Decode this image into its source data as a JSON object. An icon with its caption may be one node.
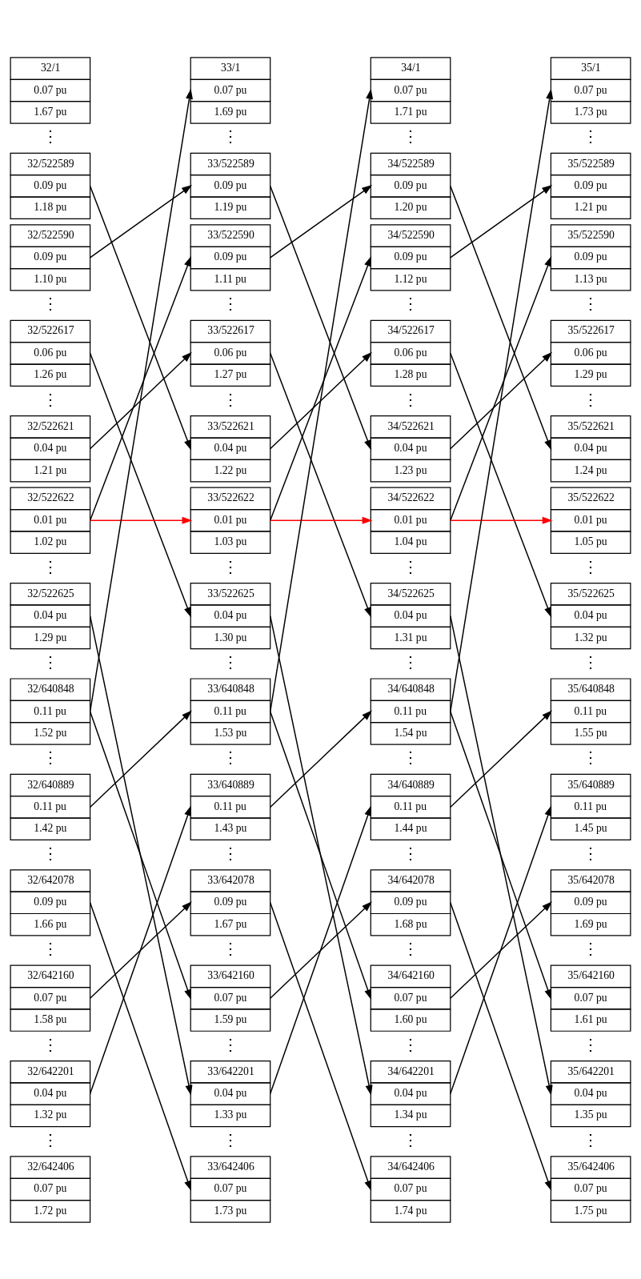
{
  "diagram": {
    "nodes": [
      {
        "text": [
          "32/1",
          "0.07 pu",
          "1.67 pu"
        ]
      },
      {
        "text": [
          "32/522589",
          "0.09 pu",
          "1.18 pu"
        ]
      },
      {
        "text": [
          "32/522590",
          "0.09 pu",
          "1.10 pu"
        ]
      },
      {
        "text": [
          "32/522617",
          "0.06 pu",
          "1.26 pu"
        ]
      },
      {
        "text": [
          "32/522621",
          "0.04 pu",
          "1.21 pu"
        ]
      },
      {
        "text": [
          "32/522622",
          "0.01 pu",
          "1.02 pu"
        ]
      },
      {
        "text": [
          "32/522625",
          "0.04 pu",
          "1.29 pu"
        ]
      },
      {
        "text": [
          "32/640848",
          "0.11 pu",
          "1.52 pu"
        ]
      },
      {
        "text": [
          "32/640889",
          "0.11 pu",
          "1.42 pu"
        ]
      },
      {
        "text": [
          "32/642078",
          "0.09 pu",
          "1.66 pu"
        ]
      },
      {
        "text": [
          "32/642160",
          "0.07 pu",
          "1.58 pu"
        ]
      },
      {
        "text": [
          "32/642201",
          "0.04 pu",
          "1.32 pu"
        ]
      },
      {
        "text": [
          "32/642406",
          "0.07 pu",
          "1.72 pu"
        ]
      },
      {
        "text": [
          "33/1",
          "0.07 pu",
          "1.69 pu"
        ]
      },
      {
        "text": [
          "33/522589",
          "0.09 pu",
          "1.19 pu"
        ]
      },
      {
        "text": [
          "33/522590",
          "0.09 pu",
          "1.11 pu"
        ]
      },
      {
        "text": [
          "33/522617",
          "0.06 pu",
          "1.27 pu"
        ]
      },
      {
        "text": [
          "33/522621",
          "0.04 pu",
          "1.22 pu"
        ]
      },
      {
        "text": [
          "33/522622",
          "0.01 pu",
          "1.03 pu"
        ]
      },
      {
        "text": [
          "33/522625",
          "0.04 pu",
          "1.30 pu"
        ]
      },
      {
        "text": [
          "33/640848",
          "0.11 pu",
          "1.53 pu"
        ]
      },
      {
        "text": [
          "33/640889",
          "0.11 pu",
          "1.43 pu"
        ]
      },
      {
        "text": [
          "33/642078",
          "0.09 pu",
          "1.67 pu"
        ]
      },
      {
        "text": [
          "33/642160",
          "0.07 pu",
          "1.59 pu"
        ]
      },
      {
        "text": [
          "33/642201",
          "0.04 pu",
          "1.33 pu"
        ]
      },
      {
        "text": [
          "33/642406",
          "0.07 pu",
          "1.73 pu"
        ]
      },
      {
        "text": [
          "34/1",
          "0.07 pu",
          "1.71 pu"
        ]
      },
      {
        "text": [
          "34/522589",
          "0.09 pu",
          "1.20 pu"
        ]
      },
      {
        "text": [
          "34/522590",
          "0.09 pu",
          "1.12 pu"
        ]
      },
      {
        "text": [
          "34/522617",
          "0.06 pu",
          "1.28 pu"
        ]
      },
      {
        "text": [
          "34/522621",
          "0.04 pu",
          "1.23 pu"
        ]
      },
      {
        "text": [
          "34/522622",
          "0.01 pu",
          "1.04 pu"
        ]
      },
      {
        "text": [
          "34/522625",
          "0.04 pu",
          "1.31 pu"
        ]
      },
      {
        "text": [
          "34/640848",
          "0.11 pu",
          "1.54 pu"
        ]
      },
      {
        "text": [
          "34/640889",
          "0.11 pu",
          "1.44 pu"
        ]
      },
      {
        "text": [
          "34/642078",
          "0.09 pu",
          "1.68 pu"
        ]
      },
      {
        "text": [
          "34/642160",
          "0.07 pu",
          "1.60 pu"
        ]
      },
      {
        "text": [
          "34/642201",
          "0.04 pu",
          "1.34 pu"
        ]
      },
      {
        "text": [
          "34/642406",
          "0.07 pu",
          "1.74 pu"
        ]
      },
      {
        "text": [
          "35/1",
          "0.07 pu",
          "1.73 pu"
        ]
      },
      {
        "text": [
          "35/522589",
          "0.09 pu",
          "1.21 pu"
        ]
      },
      {
        "text": [
          "35/522590",
          "0.09 pu",
          "1.13 pu"
        ]
      },
      {
        "text": [
          "35/522617",
          "0.06 pu",
          "1.29 pu"
        ]
      },
      {
        "text": [
          "35/522621",
          "0.04 pu",
          "1.24 pu"
        ]
      },
      {
        "text": [
          "35/522622",
          "0.01 pu",
          "1.05 pu"
        ]
      },
      {
        "text": [
          "35/522625",
          "0.04 pu",
          "1.32 pu"
        ]
      },
      {
        "text": [
          "35/640848",
          "0.11 pu",
          "1.55 pu"
        ]
      },
      {
        "text": [
          "35/640889",
          "0.11 pu",
          "1.45 pu"
        ]
      },
      {
        "text": [
          "35/642078",
          "0.09 pu",
          "1.69 pu"
        ]
      },
      {
        "text": [
          "35/642160",
          "0.07 pu",
          "1.61 pu"
        ]
      },
      {
        "text": [
          "35/642201",
          "0.04 pu",
          "1.35 pu"
        ]
      },
      {
        "text": [
          "35/642406",
          "0.07 pu",
          "1.75 pu"
        ]
      }
    ],
    "edges": [
      {
        "from": 1,
        "to": 17,
        "arrow": "to"
      },
      {
        "from": 2,
        "to": 14,
        "arrow": "to"
      },
      {
        "from": 3,
        "to": 19,
        "arrow": "to"
      },
      {
        "from": 4,
        "to": 16,
        "arrow": "to"
      },
      {
        "from": 5,
        "to": 18,
        "arrow": "to",
        "color": "#ff0000"
      },
      {
        "from": 5,
        "to": 15,
        "arrow": "to"
      },
      {
        "from": 6,
        "to": 24,
        "arrow": "to"
      },
      {
        "from": 7,
        "to": 13,
        "arrow": "to"
      },
      {
        "from": 7,
        "to": 23,
        "arrow": "to"
      },
      {
        "from": 8,
        "to": 20,
        "arrow": "to"
      },
      {
        "from": 9,
        "to": 25,
        "arrow": "to"
      },
      {
        "from": 10,
        "to": 22,
        "arrow": "to"
      },
      {
        "from": 11,
        "to": 21,
        "arrow": "to"
      },
      {
        "from": 14,
        "to": 30,
        "arrow": "to"
      },
      {
        "from": 15,
        "to": 27,
        "arrow": "to"
      },
      {
        "from": 16,
        "to": 32,
        "arrow": "to"
      },
      {
        "from": 17,
        "to": 29,
        "arrow": "to"
      },
      {
        "from": 18,
        "to": 31,
        "arrow": "to",
        "color": "#ff0000"
      },
      {
        "from": 18,
        "to": 28,
        "arrow": "to"
      },
      {
        "from": 19,
        "to": 37,
        "arrow": "to"
      },
      {
        "from": 20,
        "to": 26,
        "arrow": "to"
      },
      {
        "from": 20,
        "to": 36,
        "arrow": "to"
      },
      {
        "from": 21,
        "to": 33,
        "arrow": "to"
      },
      {
        "from": 22,
        "to": 38,
        "arrow": "to"
      },
      {
        "from": 23,
        "to": 35,
        "arrow": "to"
      },
      {
        "from": 24,
        "to": 34,
        "arrow": "to"
      },
      {
        "from": 27,
        "to": 43,
        "arrow": "to"
      },
      {
        "from": 28,
        "to": 40,
        "arrow": "to"
      },
      {
        "from": 29,
        "to": 45,
        "arrow": "to"
      },
      {
        "from": 30,
        "to": 42,
        "arrow": "to"
      },
      {
        "from": 31,
        "to": 44,
        "arrow": "to",
        "color": "#ff0000"
      },
      {
        "from": 31,
        "to": 41,
        "arrow": "to"
      },
      {
        "from": 32,
        "to": 50,
        "arrow": "to"
      },
      {
        "from": 33,
        "to": 39,
        "arrow": "to"
      },
      {
        "from": 33,
        "to": 49,
        "arrow": "to"
      },
      {
        "from": 34,
        "to": 46,
        "arrow": "to"
      },
      {
        "from": 35,
        "to": 51,
        "arrow": "to"
      },
      {
        "from": 36,
        "to": 48,
        "arrow": "to"
      },
      {
        "from": 37,
        "to": 47,
        "arrow": "to"
      }
    ],
    "labels": [
      "⋮",
      "⋮",
      "⋮",
      "⋮",
      "⋮",
      "⋮",
      "⋮",
      "⋮",
      "⋮",
      "⋮",
      "⋮",
      "⋮",
      "⋮",
      "⋮",
      "⋮",
      "⋮",
      "⋮",
      "⋮",
      "⋮",
      "⋮",
      "⋮",
      "⋮",
      "⋮",
      "⋮",
      "⋮",
      "⋮",
      "⋮",
      "⋮",
      "⋮",
      "⋮",
      "⋮",
      "⋮",
      "⋮",
      "⋮",
      "⋮",
      "⋮",
      "⋮",
      "⋮",
      "⋮",
      "⋮"
    ]
  }
}
